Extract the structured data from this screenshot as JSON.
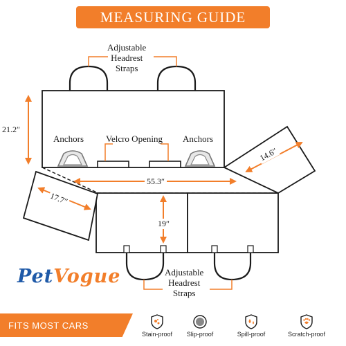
{
  "title": "MEASURING GUIDE",
  "labels": {
    "top_straps": [
      "Adjustable",
      "Headrest",
      "Straps"
    ],
    "bottom_straps": [
      "Adjustable",
      "Headrest",
      "Straps"
    ],
    "anchors_left": "Anchors",
    "anchors_right": "Anchors",
    "velcro_opening": "Velcro Opening"
  },
  "dimensions": {
    "height_back": "21.2″",
    "width_total": "55.3″",
    "side_left": "17.7″",
    "side_right": "14.6″",
    "seat_depth": "19″"
  },
  "brand": {
    "part1": "Pet",
    "part2": "Vogue"
  },
  "footer": {
    "tagline": "FITS MOST CARS",
    "features": [
      {
        "label": "Stain-proof",
        "icon": "stain-proof-icon"
      },
      {
        "label": "Slip-proof",
        "icon": "slip-proof-icon"
      },
      {
        "label": "Spill-proof",
        "icon": "spill-proof-icon"
      },
      {
        "label": "Scratch-proof",
        "icon": "scratch-proof-icon"
      }
    ]
  },
  "colors": {
    "accent": "#f27e2a",
    "brand_blue": "#1f5aa8",
    "line": "#1a1a1a"
  }
}
